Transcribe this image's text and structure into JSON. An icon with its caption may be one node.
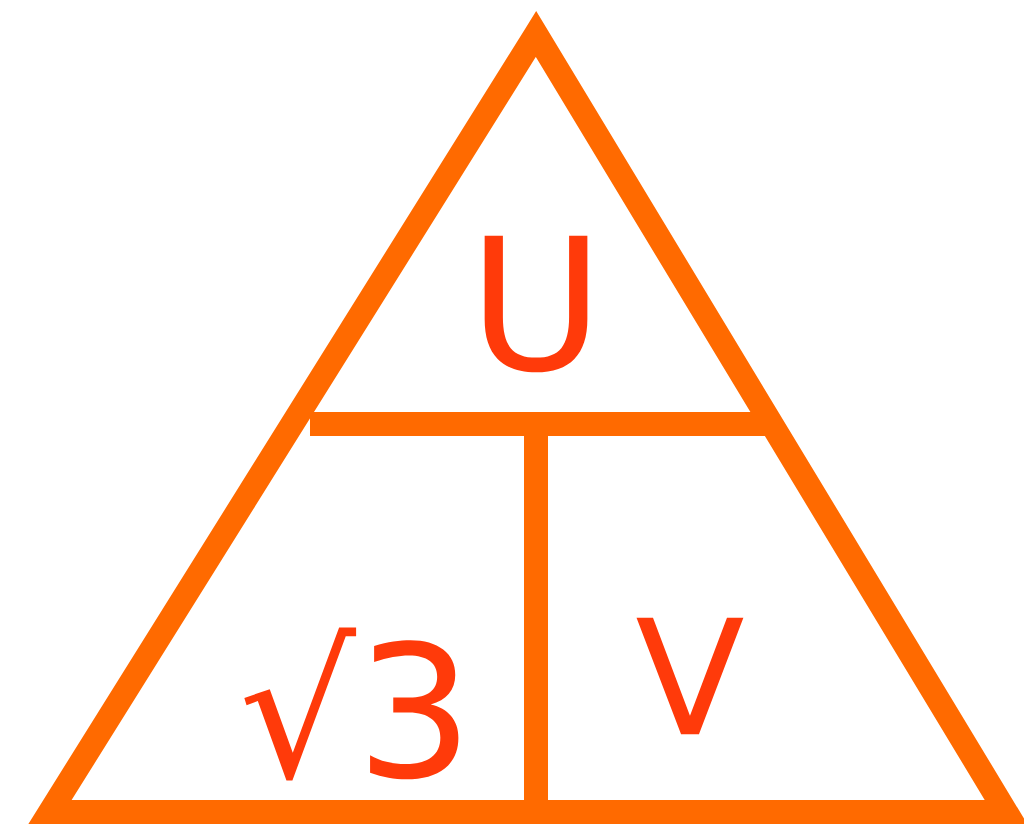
{
  "diagram": {
    "nodes": [
      {
        "text": [
          "U"
        ]
      },
      {
        "text": [
          "√3"
        ]
      },
      {
        "text": [
          "V"
        ]
      }
    ]
  }
}
